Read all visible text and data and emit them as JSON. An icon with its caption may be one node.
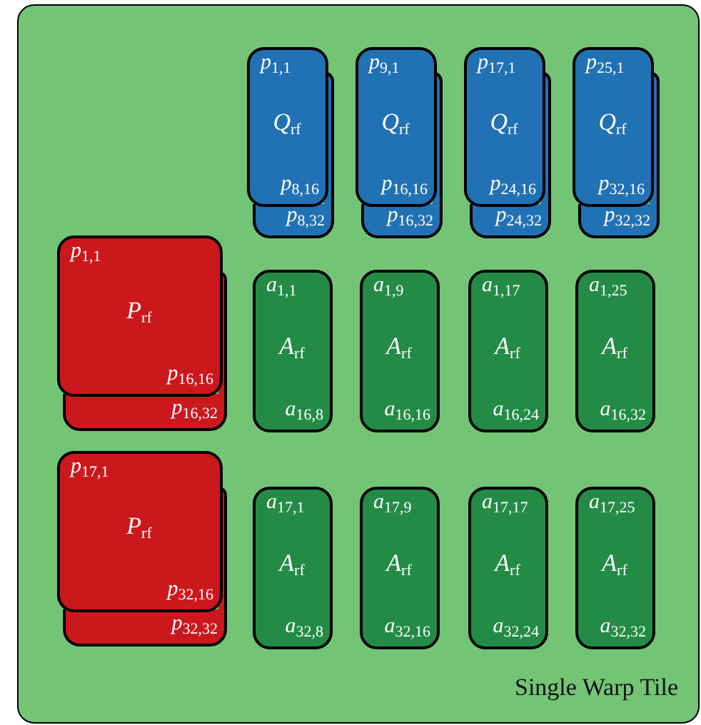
{
  "diagram": {
    "nodes": [
      {
        "text": [
          "Single Warp Tile"
        ]
      },
      {
        "text": [
          "*p*$_{1,1}$",
          "*Q*$_{rf}$",
          "*p*$_{8,16}$"
        ],
        "in": 0
      },
      {
        "text": [
          "*p*$_{8,32}$"
        ],
        "in": 0
      },
      {
        "text": [
          "*p*$_{9,1}$",
          "*Q*$_{rf}$",
          "*p*$_{16,16}$"
        ],
        "in": 0
      },
      {
        "text": [
          "*p*$_{16,32}$"
        ],
        "in": 0
      },
      {
        "text": [
          "*p*$_{17,1}$",
          "*Q*$_{rf}$",
          "*p*$_{24,16}$"
        ],
        "in": 0
      },
      {
        "text": [
          "*p*$_{24,32}$"
        ],
        "in": 0
      },
      {
        "text": [
          "*p*$_{25,1}$",
          "*Q*$_{rf}$",
          "*p*$_{32,16}$"
        ],
        "in": 0
      },
      {
        "text": [
          "*p*$_{32,32}$"
        ],
        "in": 0
      },
      {
        "text": [
          "*p*$_{1,1}$",
          "*P*$_{rf}$",
          "*p*$_{16,16}$"
        ],
        "in": 0
      },
      {
        "text": [
          "*p*$_{16,32}$"
        ],
        "in": 0
      },
      {
        "text": [
          "*a*$_{1,1}$",
          "*A*$_{rf}$",
          "*a*$_{16,8}$"
        ],
        "in": 0
      },
      {
        "text": [
          "*a*$_{1,9}$",
          "*A*$_{rf}$",
          "*a*$_{16,16}$"
        ],
        "in": 0
      },
      {
        "text": [
          "*a*$_{1,17}$",
          "*A*$_{rf}$",
          "*a*$_{16,24}$"
        ],
        "in": 0
      },
      {
        "text": [
          "*a*$_{1,25}$",
          "*A*$_{rf}$",
          "*a*$_{16,32}$"
        ],
        "in": 0
      },
      {
        "text": [
          "*p*$_{17,1}$",
          "*P*$_{rf}$",
          "*p*$_{32,16}$"
        ],
        "in": 0
      },
      {
        "text": [
          "*p*$_{32,32}$"
        ],
        "in": 0
      },
      {
        "text": [
          "*a*$_{17,1}$",
          "*A*$_{rf}$",
          "*a*$_{32,8}$"
        ],
        "in": 0
      },
      {
        "text": [
          "*a*$_{17,9}$",
          "*A*$_{rf}$",
          "*a*$_{32,16}$"
        ],
        "in": 0
      },
      {
        "text": [
          "*a*$_{17,17}$",
          "*A*$_{rf}$",
          "*a*$_{32,24}$"
        ],
        "in": 0
      },
      {
        "text": [
          "*a*$_{17,25}$",
          "*A*$_{rf}$",
          "*a*$_{32,32}$"
        ],
        "in": 0
      }
    ]
  }
}
